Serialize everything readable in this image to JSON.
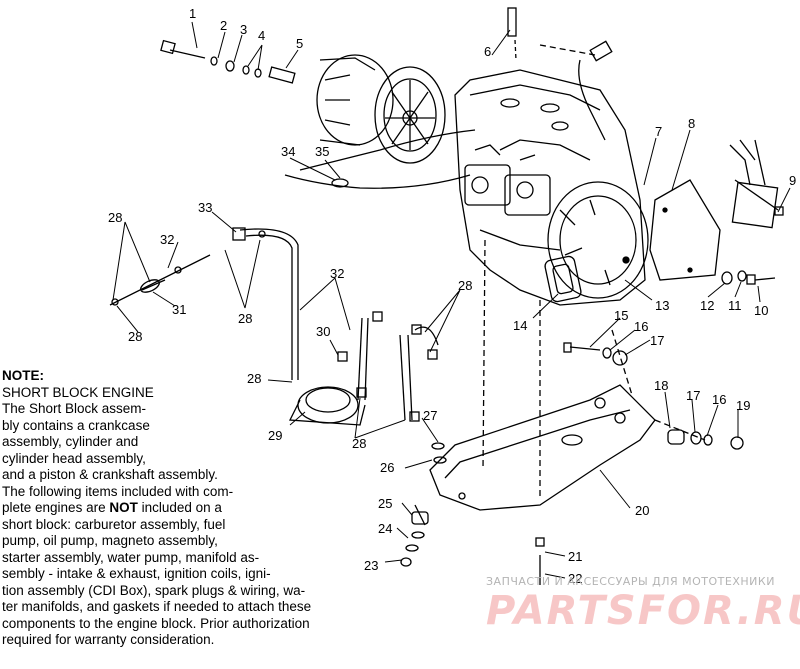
{
  "callouts": {
    "n1": "1",
    "n2": "2",
    "n3": "3",
    "n4": "4",
    "n5": "5",
    "n6": "6",
    "n7": "7",
    "n8": "8",
    "n9": "9",
    "n10": "10",
    "n11": "11",
    "n12": "12",
    "n13": "13",
    "n14": "14",
    "n15": "15",
    "n16a": "16",
    "n16b": "16",
    "n17a": "17",
    "n17b": "17",
    "n18": "18",
    "n19": "19",
    "n20": "20",
    "n21": "21",
    "n22": "22",
    "n23": "23",
    "n24": "24",
    "n25": "25",
    "n26": "26",
    "n27": "27",
    "n28a": "28",
    "n28b": "28",
    "n28c": "28",
    "n28d": "28",
    "n28e": "28",
    "n28f": "28",
    "n29": "29",
    "n30": "30",
    "n31": "31",
    "n32a": "32",
    "n32b": "32",
    "n33": "33",
    "n34": "34",
    "n35": "35"
  },
  "note": {
    "heading": "NOTE:",
    "subheading": "SHORT BLOCK ENGINE",
    "lines": [
      "The Short Block assem-",
      "bly contains a crankcase",
      "assembly, cylinder and",
      "cylinder head assembly,",
      "and a piston & crankshaft assembly.",
      "The following items included with com-",
      "plete engines are",
      "included on a",
      "short block:  carburetor assembly, fuel",
      "pump, oil pump, magneto assembly,",
      "starter assembly, water pump, manifold as-",
      "sembly - intake & exhaust, ignition coils, igni-",
      "tion assembly (CDI Box), spark plugs & wiring, wa-",
      "ter manifolds, and gaskets if needed to attach these",
      "components to the engine block.  Prior authorization",
      "required for warranty consideration."
    ],
    "emphasis": "NOT"
  },
  "watermark": {
    "tagline": "ЗАПЧАСТИ И АКСЕССУАРЫ ДЛЯ МОТОТЕХНИКИ",
    "brand": "PARTSFOR.RU"
  }
}
